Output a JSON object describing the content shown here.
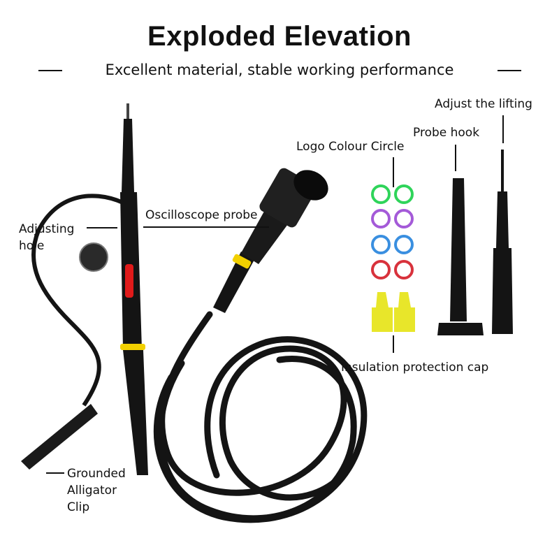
{
  "header": {
    "title": "Exploded Elevation",
    "subtitle": "Excellent material, stable working performance"
  },
  "labels": {
    "adjust_lifting": "Adjust the lifting",
    "probe_hook": "Probe hook",
    "logo_circle": "Logo Colour Circle",
    "oscilloscope_probe": "Oscilloscope probe",
    "adjusting_hole_line1": "Adjusting",
    "adjusting_hole_line2": "hole",
    "insulation_cap": "Insulation protection cap",
    "alligator_line1": "Grounded",
    "alligator_line2": "Alligator",
    "alligator_line3": "Clip"
  },
  "colors": {
    "ring_green": "#2fd45a",
    "ring_purple": "#a45ad8",
    "ring_blue": "#3a8fe0",
    "ring_red": "#d8323c",
    "cap_yellow": "#e8e62a",
    "band_yellow": "#f2d000",
    "probe_black": "#141414",
    "button_red": "#e01a1a"
  }
}
